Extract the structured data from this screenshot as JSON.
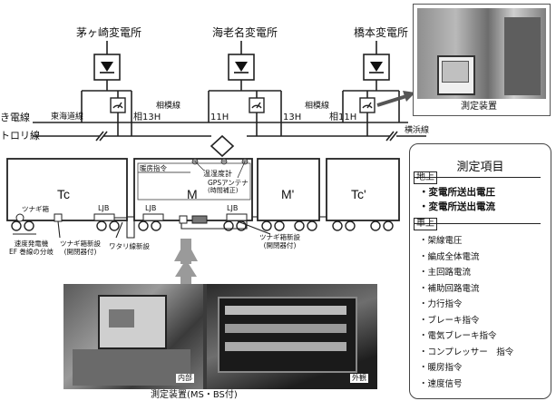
{
  "substations": [
    "茅ヶ崎変電所",
    "海老名変電所",
    "橋本変電所"
  ],
  "line_labels": {
    "wire_top": "き電線",
    "wire_bottom": "トロリ線",
    "tokaido": "東海道線",
    "sagami_left": "相模線",
    "sagami_right": "相模線",
    "yokohama": "横浜線",
    "sec_a": "相13H",
    "sec_b": "11H",
    "sec_c": "13H",
    "sec_d": "相11H"
  },
  "cars": [
    "Tc",
    "M",
    "M'",
    "Tc'"
  ],
  "car_labels": {
    "tsunagi_left": "ツナギ箱",
    "ljb_left": "LJB",
    "ljb_m_left": "LJB",
    "ljb_m_right": "LJB",
    "heating": "暖房指令",
    "humidity": "温湿度計",
    "gps": "GPSアンテナ",
    "gps_sub": "(時間補正)"
  },
  "bottom_notes": {
    "speed_gen": "速度発電機",
    "ef_branch": "EF 巻線の分岐",
    "tsunagi_new": "ツナギ箱新設",
    "switch": "(開閉器付)",
    "watari_new": "ワタリ線新設",
    "tsunagi_new_right": "ツナギ箱新設",
    "switch_right": "(開閉器付)"
  },
  "photos": {
    "top_caption": "測定装置",
    "bottom_caption": "測定装置(MS・BS付)",
    "inner_tag": "内部",
    "outer_tag": "外観"
  },
  "items": {
    "title": "測定項目",
    "ground_header": "地上",
    "ground": [
      "・変電所送出電圧",
      "・変電所送出電流"
    ],
    "onboard_header": "車上",
    "onboard": [
      "・架線電圧",
      "・編成全体電流",
      "・主回路電流",
      "・補助回路電流",
      "・力行指令",
      "・ブレーキ指令",
      "・電気ブレーキ指令",
      "・コンプレッサー　指令",
      "・暖房指令",
      "・速度信号"
    ]
  }
}
